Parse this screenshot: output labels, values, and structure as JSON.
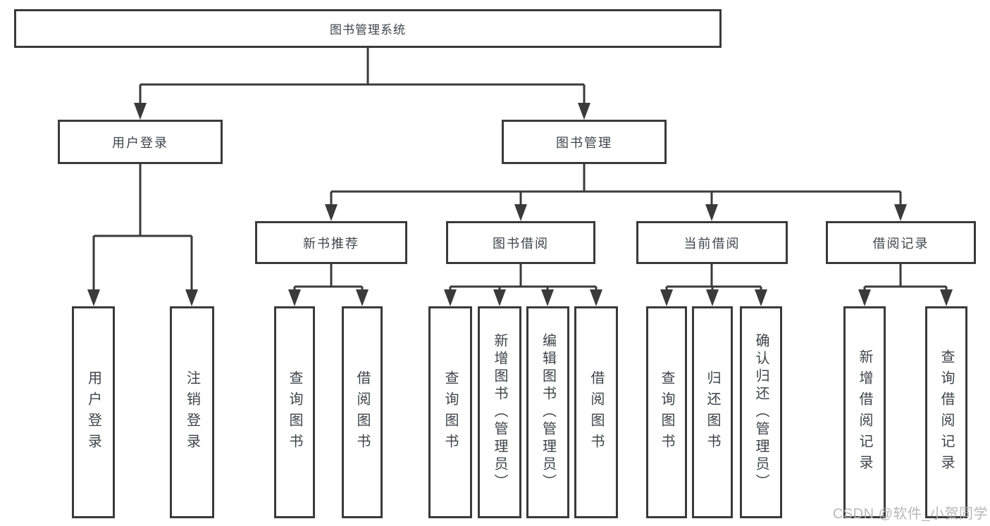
{
  "diagram": {
    "root": {
      "label": "图书管理系统"
    },
    "level2": [
      {
        "label": "用户登录"
      },
      {
        "label": "图书管理"
      }
    ],
    "level3": [
      {
        "label": "新书推荐"
      },
      {
        "label": "图书借阅"
      },
      {
        "label": "当前借阅"
      },
      {
        "label": "借阅记录"
      }
    ],
    "leaves": [
      {
        "label": "用户登录"
      },
      {
        "label": "注销登录"
      },
      {
        "label": "查询图书"
      },
      {
        "label": "借阅图书"
      },
      {
        "label": "查询图书"
      },
      {
        "label": "新增图书（管理员）"
      },
      {
        "label": "编辑图书（管理员）"
      },
      {
        "label": "借阅图书"
      },
      {
        "label": "查询图书"
      },
      {
        "label": "归还图书"
      },
      {
        "label": "确认归还（管理员）"
      },
      {
        "label": "新增借阅记录"
      },
      {
        "label": "查询借阅记录"
      }
    ]
  },
  "watermark": {
    "text": "CSDN @软件_小贺同学"
  },
  "colors": {
    "line": "#3a3a3a",
    "text": "#3f4449",
    "watermark": "#b2b2b2",
    "background": "#ffffff"
  }
}
